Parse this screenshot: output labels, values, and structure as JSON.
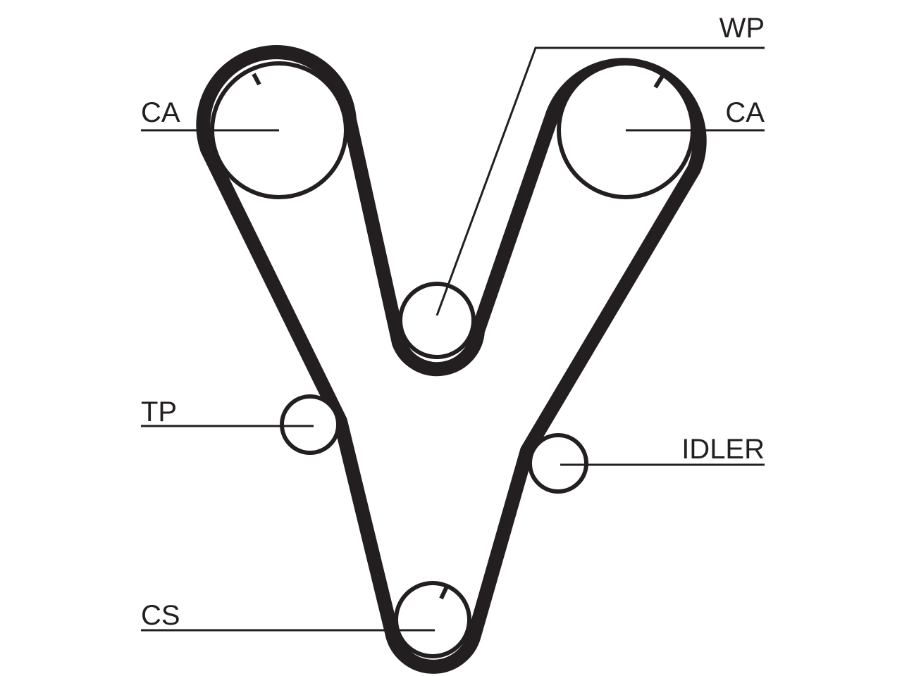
{
  "diagram": {
    "labels": {
      "cam_left": "CA",
      "cam_right": "CA",
      "water_pump": "WP",
      "tensioner": "TP",
      "idler": "IDLER",
      "crankshaft": "CS"
    },
    "colors": {
      "line": "#231f20",
      "background": "#ffffff"
    }
  }
}
